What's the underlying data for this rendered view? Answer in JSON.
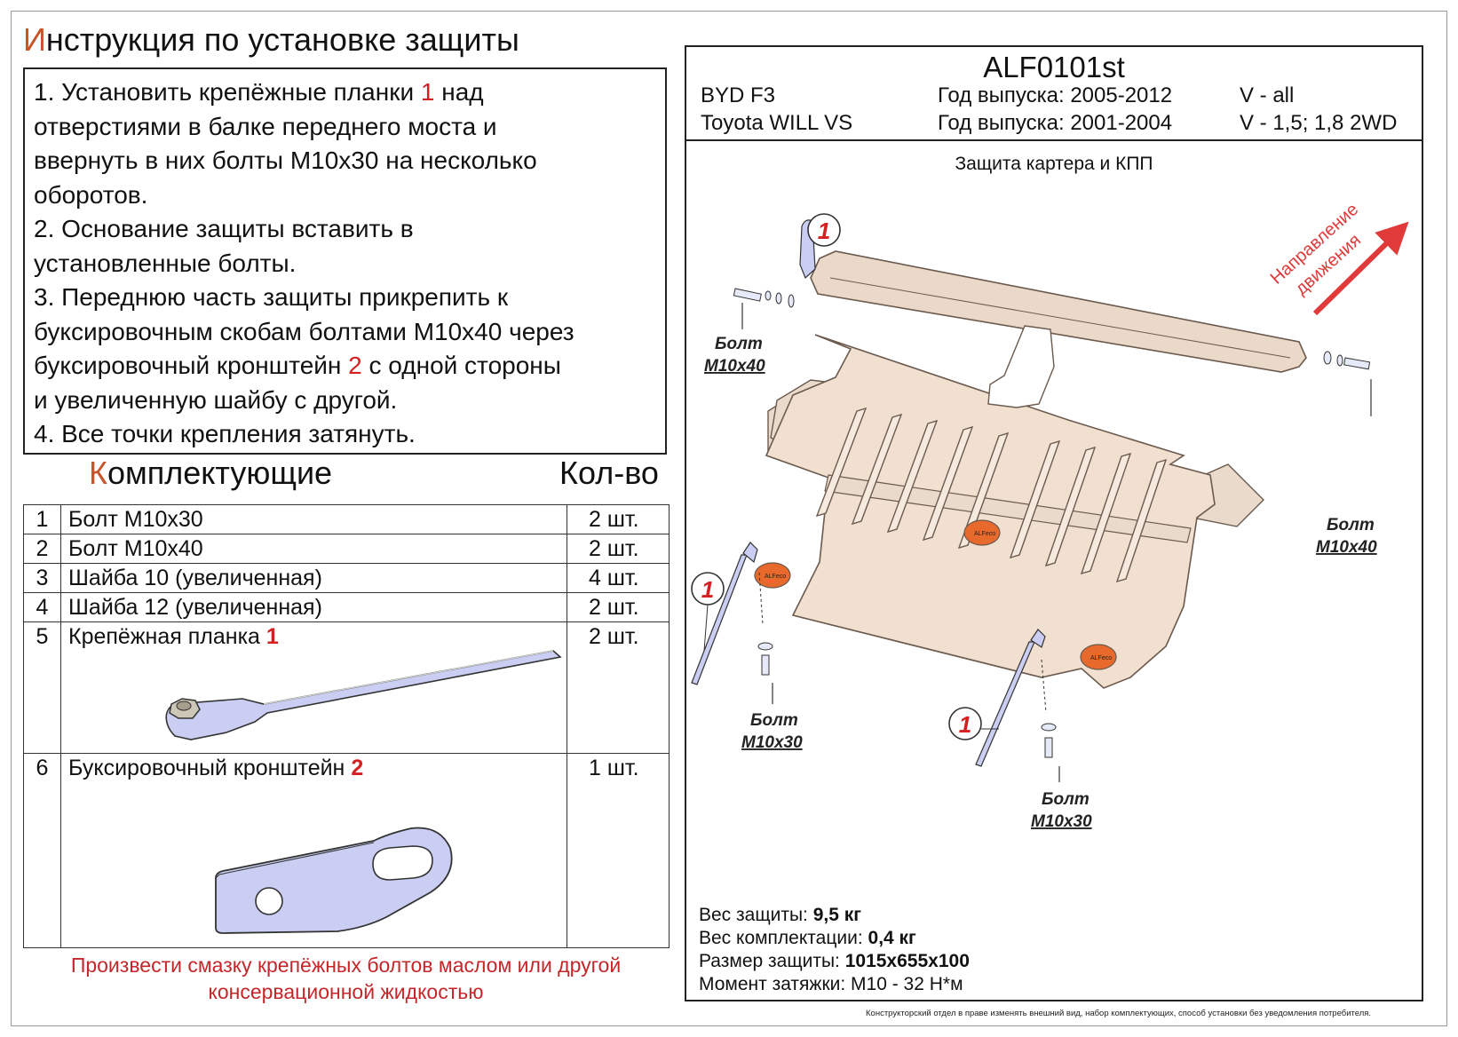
{
  "title": {
    "first_letter": "И",
    "rest": "нструкция по установке защиты"
  },
  "instructions": {
    "l1a": "1. Установить крепёжные планки ",
    "l1_num": "1",
    "l1b": " над",
    "l2": "отверстиями в балке переднего моста и",
    "l3": "ввернуть в них болты М10х30 на несколько",
    "l4": "оборотов.",
    "l5": "2. Основание защиты вставить в",
    "l6": "установленные болты.",
    "l7": "3. Переднюю часть защиты прикрепить к",
    "l8": "буксировочным скобам болтами М10х40 через",
    "l9a": "буксировочный кронштейн ",
    "l9_num": "2",
    "l9b": " с одной стороны",
    "l10": "и увеличенную шайбу с другой.",
    "l11": "4. Все точки крепления затянуть."
  },
  "parts": {
    "heading_first": "К",
    "heading_rest": "омплектующие",
    "qty_heading": "Кол-во",
    "items": [
      {
        "num": "1",
        "name": "Болт М10х30",
        "tag": "",
        "qty": "2 шт."
      },
      {
        "num": "2",
        "name": "Болт М10х40",
        "tag": "",
        "qty": "2 шт."
      },
      {
        "num": "3",
        "name": "Шайба 10 (увеличенная)",
        "tag": "",
        "qty": "4 шт."
      },
      {
        "num": "4",
        "name": "Шайба 12 (увеличенная)",
        "tag": "",
        "qty": "2 шт."
      },
      {
        "num": "5",
        "name": "Крепёжная планка ",
        "tag": "1",
        "qty": "2 шт."
      },
      {
        "num": "6",
        "name": "Буксировочный кронштейн ",
        "tag": "2",
        "qty": "1 шт."
      }
    ]
  },
  "note": {
    "line1": "Произвести смазку крепёжных болтов маслом или другой",
    "line2": "консервационной жидкостью"
  },
  "product": {
    "code": "ALF0101st",
    "rows": [
      {
        "model": "BYD F3",
        "year": "Год выпуска: 2005-2012",
        "engine": "V - all"
      },
      {
        "model": "Toyota WILL VS",
        "year": "Год выпуска: 2001-2004",
        "engine": "V - 1,5; 1,8 2WD"
      }
    ]
  },
  "diagram": {
    "title": "Защита картера и КПП",
    "direction": {
      "line1": "Направление",
      "line2": "движения"
    },
    "callout": "1",
    "bolt_word": "Болт",
    "bolt_m10x40": "М10х40",
    "bolt_m10x30": "М10х30",
    "logo": "ALFeco"
  },
  "specs": [
    {
      "label": "Вес защиты: ",
      "value": "9,5 кг"
    },
    {
      "label": "Вес комплектации: ",
      "value": "0,4 кг"
    },
    {
      "label": "Размер защиты: ",
      "value": "1015х655х100"
    },
    {
      "label": "Момент затяжки: ",
      "value": "М10 - 32 Н*м"
    }
  ],
  "footnote": "Конструкторский отдел в праве изменять внешний вид, набор комплектующих, способ установки без уведомления потребителя.",
  "colors": {
    "accent": "#c8542a",
    "red": "#d42020",
    "plate": "#f1dfd0",
    "plate_stroke": "#6b5a4e",
    "part": "#c9cef2",
    "logo": "#e8692c"
  }
}
